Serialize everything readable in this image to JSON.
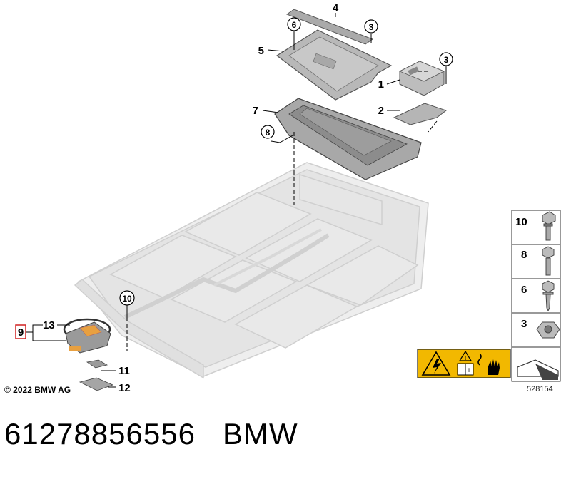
{
  "diagram": {
    "callouts": {
      "c1": "1",
      "c2": "2",
      "c3a": "3",
      "c3b": "3",
      "c4": "4",
      "c5": "5",
      "c6": "6",
      "c7": "7",
      "c8": "8",
      "c9": "9",
      "c10": "10",
      "c11": "11",
      "c12": "12",
      "c13": "13"
    },
    "legend": {
      "l10": "10",
      "l8": "8",
      "l6": "6",
      "l3": "3"
    },
    "warning_label": {
      "icons": [
        "electric-hazard-icon",
        "caution-manual-icon",
        "hand-shock-icon"
      ],
      "color": "#f2b800"
    }
  },
  "footer": {
    "copyright": "© 2022 BMW AG",
    "reference": "528154",
    "part_number": "61278856556",
    "brand": "BMW"
  }
}
